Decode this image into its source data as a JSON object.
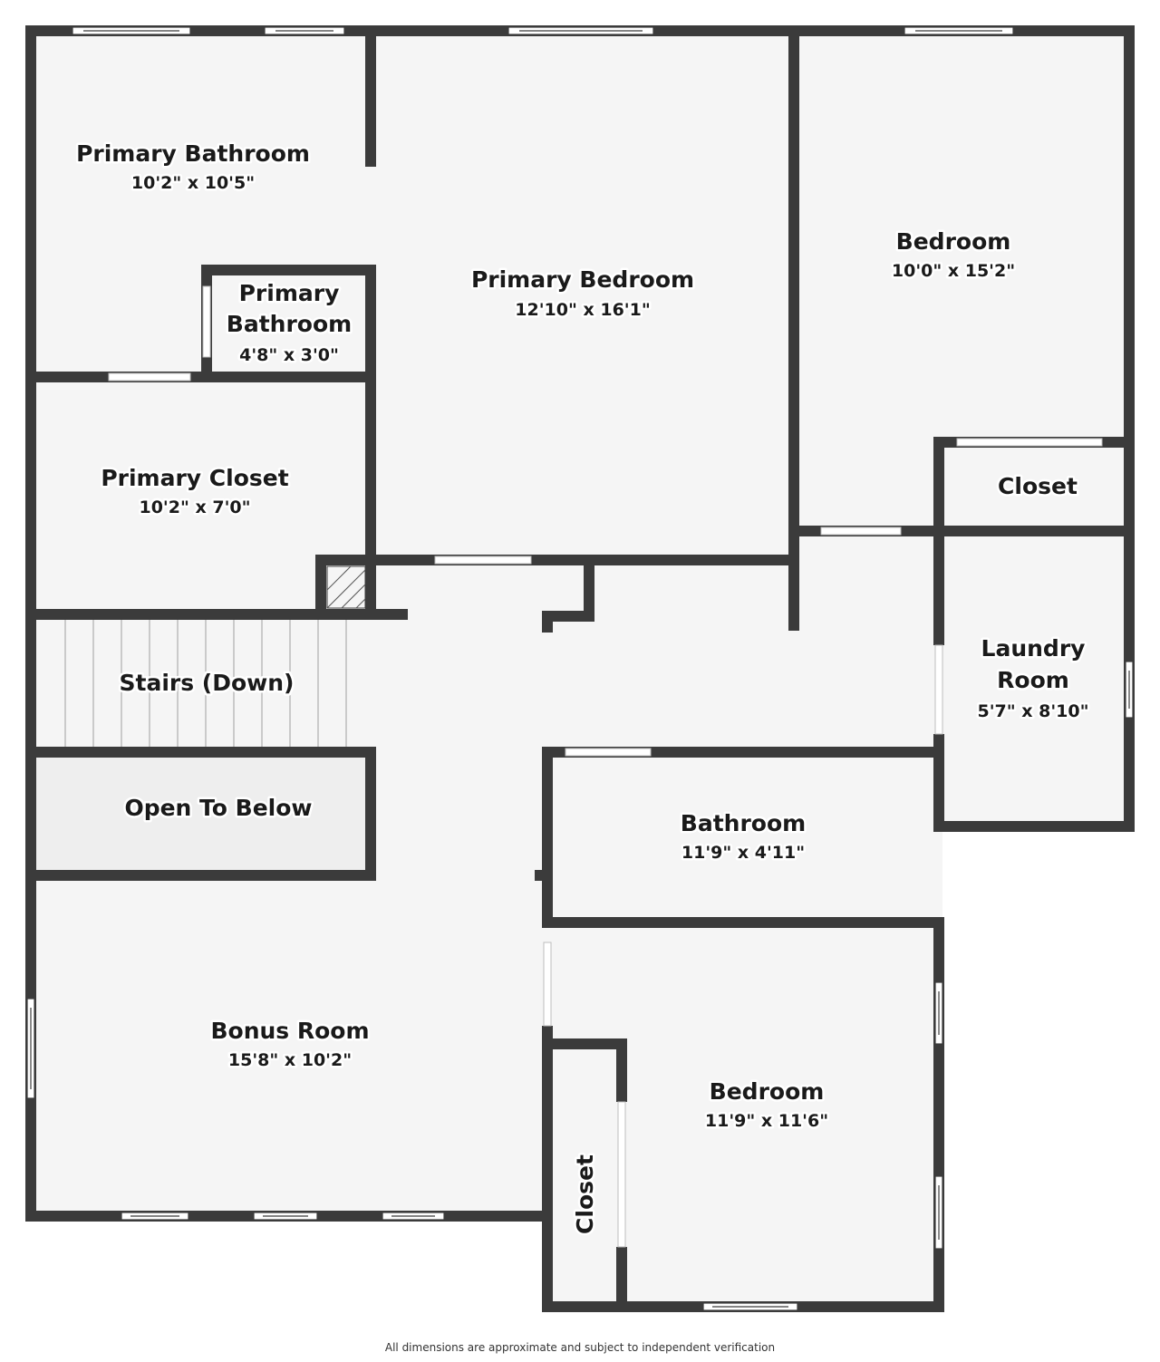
{
  "rooms": {
    "primary_bathroom": {
      "name": "Primary Bathroom",
      "dim": "10'2\" x 10'5\""
    },
    "primary_bathroom_small": {
      "name_line1": "Primary",
      "name_line2": "Bathroom",
      "dim": "4'8\" x 3'0\""
    },
    "primary_bedroom": {
      "name": "Primary Bedroom",
      "dim": "12'10\" x 16'1\""
    },
    "bedroom_ne": {
      "name": "Bedroom",
      "dim": "10'0\" x 15'2\""
    },
    "closet_ne": {
      "name": "Closet"
    },
    "primary_closet": {
      "name": "Primary Closet",
      "dim": "10'2\" x 7'0\""
    },
    "stairs": {
      "name": "Stairs (Down)"
    },
    "open_to_below": {
      "name": "Open To Below"
    },
    "laundry": {
      "name_line1": "Laundry",
      "name_line2": "Room",
      "dim": "5'7\" x 8'10\""
    },
    "bathroom": {
      "name": "Bathroom",
      "dim": "11'9\" x 4'11\""
    },
    "bonus_room": {
      "name": "Bonus Room",
      "dim": "15'8\" x 10'2\""
    },
    "bedroom_se": {
      "name": "Bedroom",
      "dim": "11'9\" x 11'6\""
    },
    "closet_se": {
      "name": "Closet"
    }
  },
  "disclaimer": "All dimensions are approximate and subject to independent verification",
  "colors": {
    "wall": "#3b3b3b",
    "floor": "#f5f5f5",
    "open_to_below": "#eeeeee"
  }
}
